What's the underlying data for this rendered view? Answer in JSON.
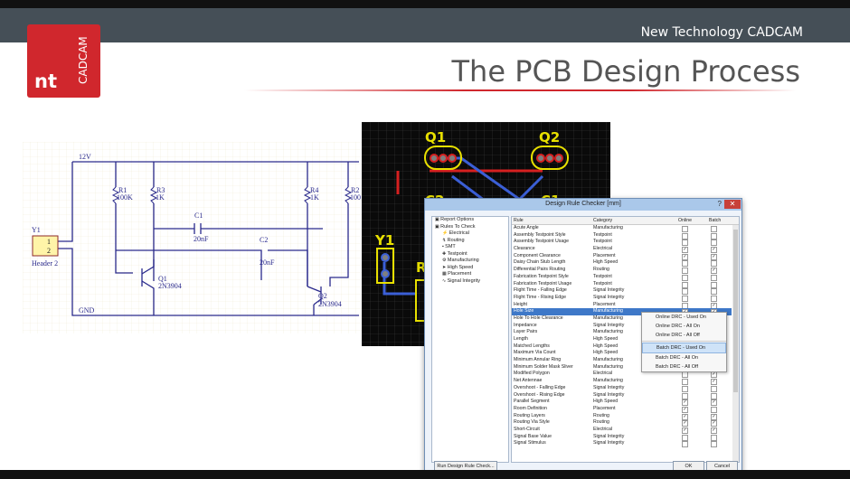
{
  "header": {
    "company": "New Technology CADCAM",
    "title": "The PCB Design Process"
  },
  "logo": {
    "short": "nt",
    "brand": "CADCAM",
    "color": "#d0272d"
  },
  "schematic": {
    "rail_label": "12V",
    "ground_label": "GND",
    "header_ref": "Y1",
    "header_name": "Header 2",
    "pin1": "1",
    "pin2": "2",
    "r1": "R1",
    "r1v": "100K",
    "r2": "R2",
    "r2v": "100",
    "r3": "R3",
    "r3v": "1K",
    "r4": "R4",
    "r4v": "1K",
    "c1": "C1",
    "c1v": "20nF",
    "c2": "C2",
    "c2v": "20nF",
    "q1": "Q1",
    "q1v": "2N3904",
    "q2": "Q2",
    "q2v": "2N3904"
  },
  "pcb": {
    "q1": "Q1",
    "q2": "Q2",
    "y1": "Y1",
    "c2": "C2",
    "c1": "C1",
    "r": "R"
  },
  "dialog": {
    "title": "Design Rule Checker [mm]",
    "help": "?",
    "close": "✕",
    "tree": [
      "Report Options",
      "Rules To Check",
      "Electrical",
      "Routing",
      "SMT",
      "Testpoint",
      "Manufacturing",
      "High Speed",
      "Placement",
      "Signal Integrity"
    ],
    "columns": {
      "rule": "Rule",
      "category": "Category",
      "online": "Online",
      "batch": "Batch"
    },
    "rules": [
      {
        "r": "Acute Angle",
        "c": "Manufacturing",
        "o": "",
        "b": ""
      },
      {
        "r": "Assembly Testpoint Style",
        "c": "Testpoint",
        "o": "",
        "b": ""
      },
      {
        "r": "Assembly Testpoint Usage",
        "c": "Testpoint",
        "o": "",
        "b": ""
      },
      {
        "r": "Clearance",
        "c": "Electrical",
        "o": "✓",
        "b": "✓"
      },
      {
        "r": "Component Clearance",
        "c": "Placement",
        "o": "✓",
        "b": "✓"
      },
      {
        "r": "Daisy Chain Stub Length",
        "c": "High Speed",
        "o": "",
        "b": ""
      },
      {
        "r": "Differential Pairs Routing",
        "c": "Routing",
        "o": "",
        "b": "✓"
      },
      {
        "r": "Fabrication Testpoint Style",
        "c": "Testpoint",
        "o": "",
        "b": ""
      },
      {
        "r": "Fabrication Testpoint Usage",
        "c": "Testpoint",
        "o": "",
        "b": ""
      },
      {
        "r": "Flight Time - Falling Edge",
        "c": "Signal Integrity",
        "o": "",
        "b": ""
      },
      {
        "r": "Flight Time - Rising Edge",
        "c": "Signal Integrity",
        "o": "",
        "b": ""
      },
      {
        "r": "Height",
        "c": "Placement",
        "o": "",
        "b": "✓"
      },
      {
        "r": "Hole Size",
        "c": "Manufacturing",
        "o": "✓",
        "b": "✓",
        "sel": true
      },
      {
        "r": "Hole To Hole Clearance",
        "c": "Manufacturing",
        "o": "",
        "b": ""
      },
      {
        "r": "Impedance",
        "c": "Signal Integrity",
        "o": "",
        "b": ""
      },
      {
        "r": "Layer Pairs",
        "c": "Manufacturing",
        "o": "",
        "b": ""
      },
      {
        "r": "Length",
        "c": "High Speed",
        "o": "",
        "b": ""
      },
      {
        "r": "Matched Lengths",
        "c": "High Speed",
        "o": "",
        "b": ""
      },
      {
        "r": "Maximum Via Count",
        "c": "High Speed",
        "o": "",
        "b": ""
      },
      {
        "r": "Minimum Annular Ring",
        "c": "Manufacturing",
        "o": "",
        "b": ""
      },
      {
        "r": "Minimum Solder Mask Sliver",
        "c": "Manufacturing",
        "o": "",
        "b": ""
      },
      {
        "r": "Modified Polygon",
        "c": "Electrical",
        "o": "",
        "b": "✓"
      },
      {
        "r": "Net Antennae",
        "c": "Manufacturing",
        "o": "",
        "b": "✓"
      },
      {
        "r": "Overshoot - Falling Edge",
        "c": "Signal Integrity",
        "o": "",
        "b": ""
      },
      {
        "r": "Overshoot - Rising Edge",
        "c": "Signal Integrity",
        "o": "",
        "b": ""
      },
      {
        "r": "Parallel Segment",
        "c": "High Speed",
        "o": "✓",
        "b": "✓"
      },
      {
        "r": "Room Definition",
        "c": "Placement",
        "o": "✓",
        "b": ""
      },
      {
        "r": "Routing Layers",
        "c": "Routing",
        "o": "✓",
        "b": "✓"
      },
      {
        "r": "Routing Via Style",
        "c": "Routing",
        "o": "✓",
        "b": "✓"
      },
      {
        "r": "Short-Circuit",
        "c": "Electrical",
        "o": "✓",
        "b": "✓"
      },
      {
        "r": "Signal Base Value",
        "c": "Signal Integrity",
        "o": "",
        "b": ""
      },
      {
        "r": "Signal Stimulus",
        "c": "Signal Integrity",
        "o": "",
        "b": ""
      }
    ],
    "context_menu": [
      "Online DRC - Used On",
      "Online DRC - All On",
      "Online DRC - All Off",
      "Batch DRC - Used On",
      "Batch DRC - All On",
      "Batch DRC - All Off"
    ],
    "run_button": "Run Design Rule Check...",
    "ok_button": "OK",
    "cancel_button": "Cancel"
  }
}
